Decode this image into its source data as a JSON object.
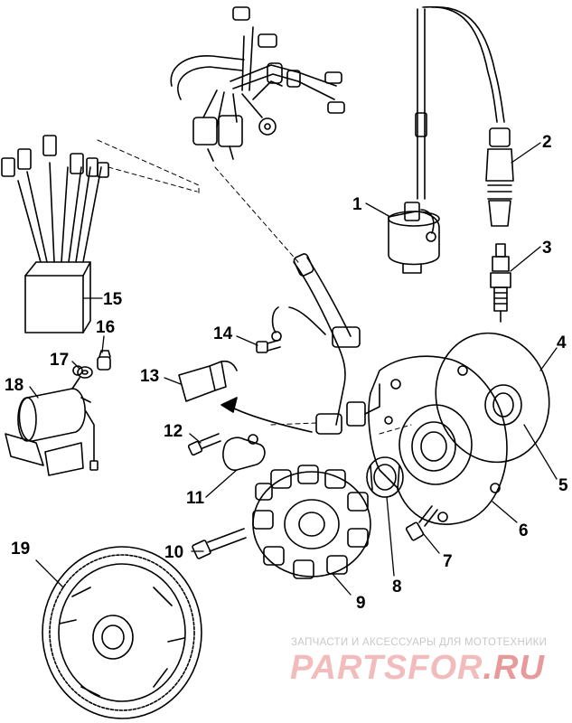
{
  "callouts": {
    "c1": "1",
    "c2": "2",
    "c3": "3",
    "c4": "4",
    "c5": "5",
    "c6": "6",
    "c7": "7",
    "c8": "8",
    "c9": "9",
    "c10": "10",
    "c11": "11",
    "c12": "12",
    "c13": "13",
    "c14": "14",
    "c15": "15",
    "c16": "16",
    "c17": "17",
    "c18": "18",
    "c19": "19"
  },
  "watermark": {
    "tagline": "ЗАПЧАСТИ И АКСЕССУАРЫ ДЛЯ МОТОТЕХНИКИ",
    "logo_main": "PARTSFOR",
    "logo_tld": ".RU"
  },
  "colors": {
    "line": "#000000",
    "watermark_logo": "#f2bcbc",
    "watermark_text": "#c8c8c8"
  }
}
